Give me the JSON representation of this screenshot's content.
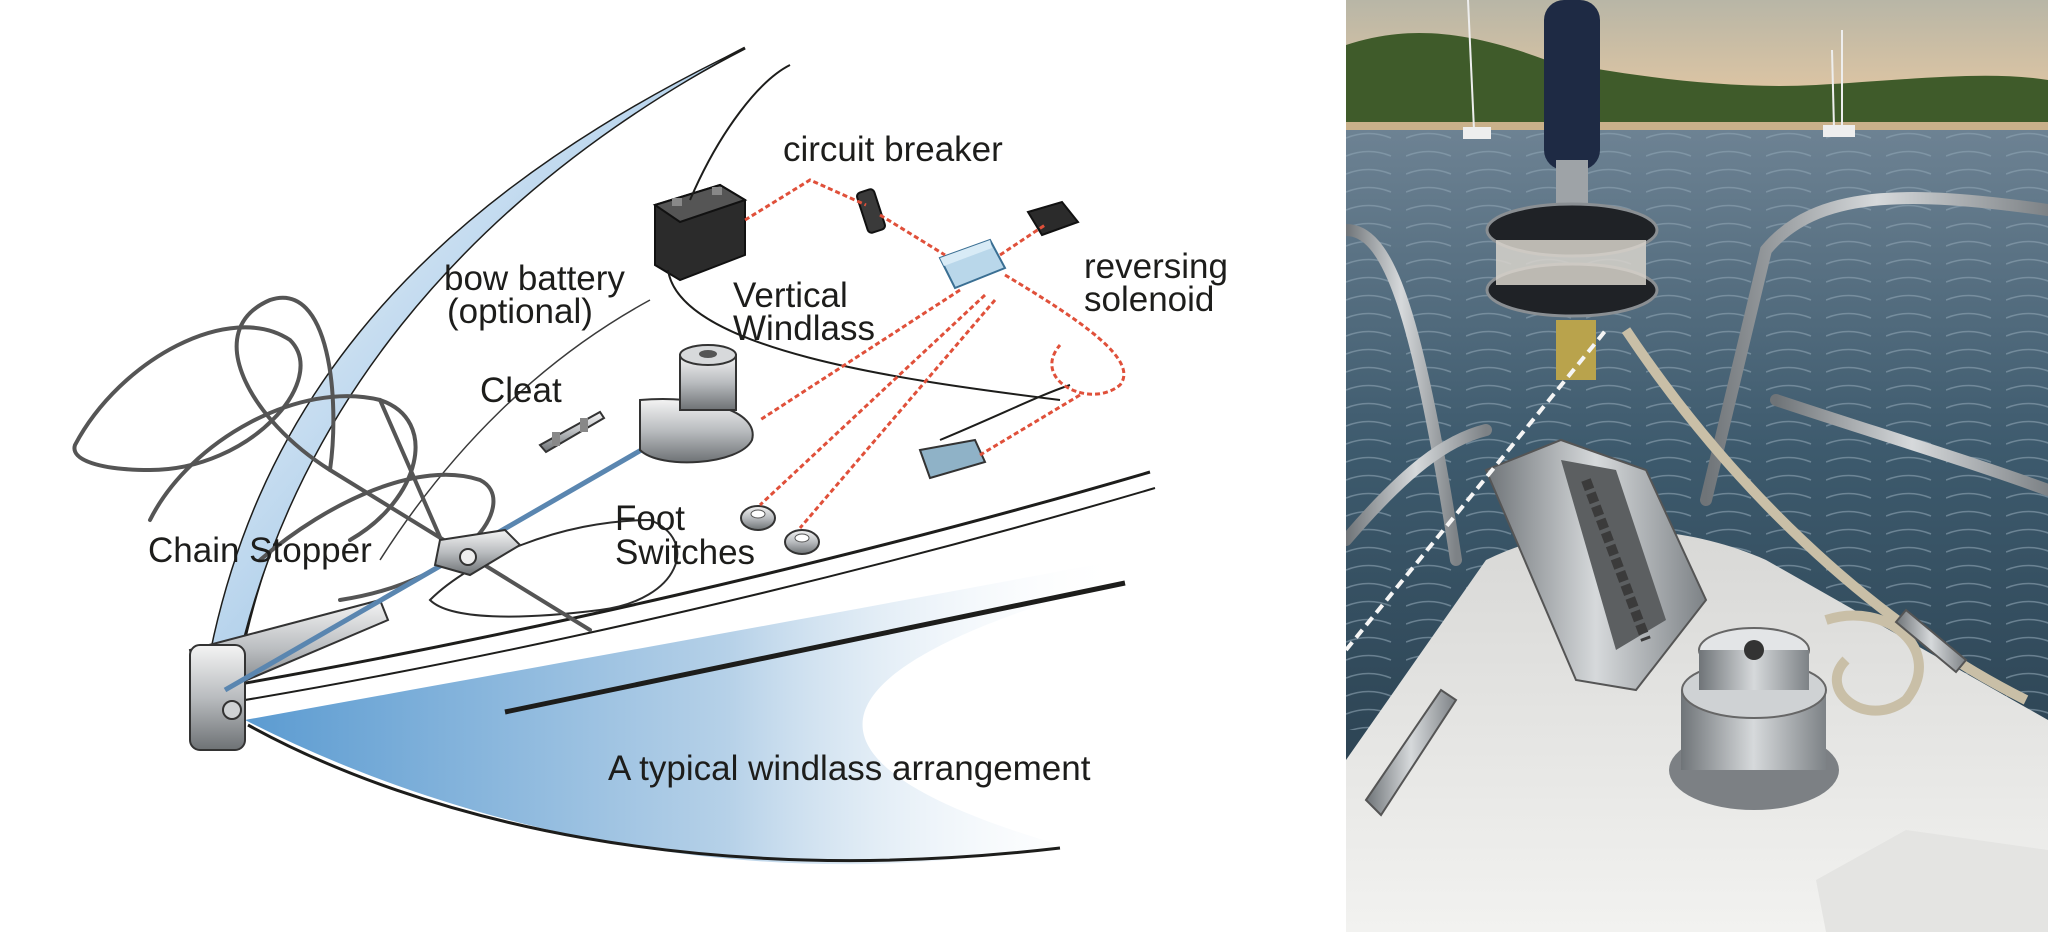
{
  "diagram": {
    "labels": {
      "circuit_breaker": "circuit breaker",
      "bow_battery_line1": "bow battery",
      "bow_battery_line2": "(optional)",
      "vertical_windlass_line1": "Vertical",
      "vertical_windlass_line2": "Windlass",
      "reversing_solenoid_line1": "reversing",
      "reversing_solenoid_line2": "solenoid",
      "cleat": "Cleat",
      "chain_stopper": "Chain Stopper",
      "foot_switches_line1": "Foot",
      "foot_switches_line2": "Switches"
    },
    "caption": "A typical windlass arrangement"
  },
  "colors": {
    "hull_blue": "#5b9bd1",
    "wire_red": "#e0503a",
    "line_dark": "#2b2b2b",
    "sky_top": "#d9c9a6",
    "water": "#2e4a5c",
    "hill_green": "#3f5b2a",
    "deck_white": "#eeeeee",
    "steel": "#9aa0a6",
    "mast_navy": "#1e2a44"
  }
}
